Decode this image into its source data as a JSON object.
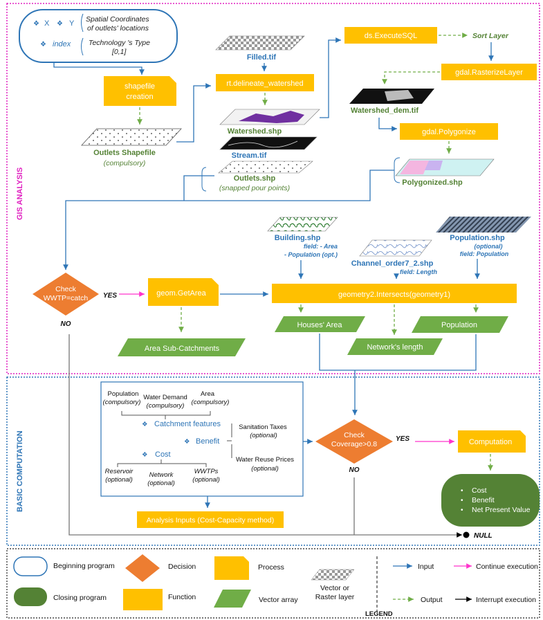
{
  "sections": {
    "gis": "GIS ANALYSIS",
    "basic": "BASIC COMPUTATION"
  },
  "start": {
    "x_label": "X",
    "y_label": "Y",
    "coords_line1": "Spatial Coordinates",
    "coords_line2": "of outlets' locations",
    "index_label": "index",
    "type_line1": "Technology 's Type",
    "type_line2": "[0,1]"
  },
  "gis": {
    "shapefile_creation_1": "shapefile",
    "shapefile_creation_2": "creation",
    "outlets_shapefile": "Outlets Shapefile",
    "compulsory": "(compulsory)",
    "filled": "Filled.tif",
    "delineate": "rt.delineate_watershed",
    "watershed_shp": "Watershed.shp",
    "stream": "Stream.tif",
    "outlets_shp": "Outlets.shp",
    "snapped": "(snapped pour points)",
    "execute_sql": "ds.ExecuteSQL",
    "sort_layer": "Sort Layer",
    "rasterize": "gdal.RasterizeLayer",
    "watershed_dem": "Watershed_dem.tif",
    "polygonize": "gdal.Polygonize",
    "polygonized": "Polygonized.shp",
    "building": "Building.shp",
    "building_f1": "field: - Area",
    "building_f2": "- Population (opt.)",
    "channel": "Channel_order7_2.shp",
    "channel_f": "field: Length",
    "population_shp": "Population.shp",
    "optional": "(optional)",
    "population_f": "field: Population",
    "check_wwtp_1": "Check",
    "check_wwtp_2": "WWTP=catch",
    "yes": "YES",
    "no": "NO",
    "get_area": "geom.GetArea",
    "intersects": "geometry2.Intersects(geometry1)",
    "houses_area": "Houses' Area",
    "population": "Population",
    "area_sub": "Area Sub-Catchments",
    "network_length": "Network's length"
  },
  "basic": {
    "population": "Population",
    "water_demand": "Water Demand",
    "area": "Area",
    "compulsory": "(compulsory)",
    "catchment": "Catchment features",
    "benefit": "Benefit",
    "cost": "Cost",
    "sanitation": "Sanitation Taxes",
    "optional": "(optional)",
    "water_reuse": "Water Reuse Prices",
    "reservoir": "Reservoir",
    "network": "Network",
    "wwtps": "WWTPs",
    "analysis_inputs": "Analysis Inputs (Cost-Capacity method)",
    "check_cov_1": "Check",
    "check_cov_2": "Coverage>0.8",
    "yes": "YES",
    "no": "NO",
    "computation": "Computation",
    "out_cost": "Cost",
    "out_benefit": "Benefit",
    "out_npv": "Net Present Value",
    "null": "NULL"
  },
  "legend": {
    "title": "LEGEND",
    "beginning": "Beginning program",
    "closing": "Closing program",
    "decision": "Decision",
    "function": "Function",
    "process": "Process",
    "vector_array": "Vector array",
    "layer_1": "Vector or",
    "layer_2": "Raster layer",
    "input": "Input",
    "output": "Output",
    "continue": "Continue execution",
    "interrupt": "Interrupt execution"
  },
  "colors": {
    "function": "#FFC000",
    "decision": "#ED7D31",
    "vector": "#70AD47",
    "closing": "#548235",
    "input_arrow": "#2E75B6",
    "continue_arrow": "#FF33CC",
    "gis_border": "#E020C0",
    "basic_border": "#2E75B6"
  }
}
